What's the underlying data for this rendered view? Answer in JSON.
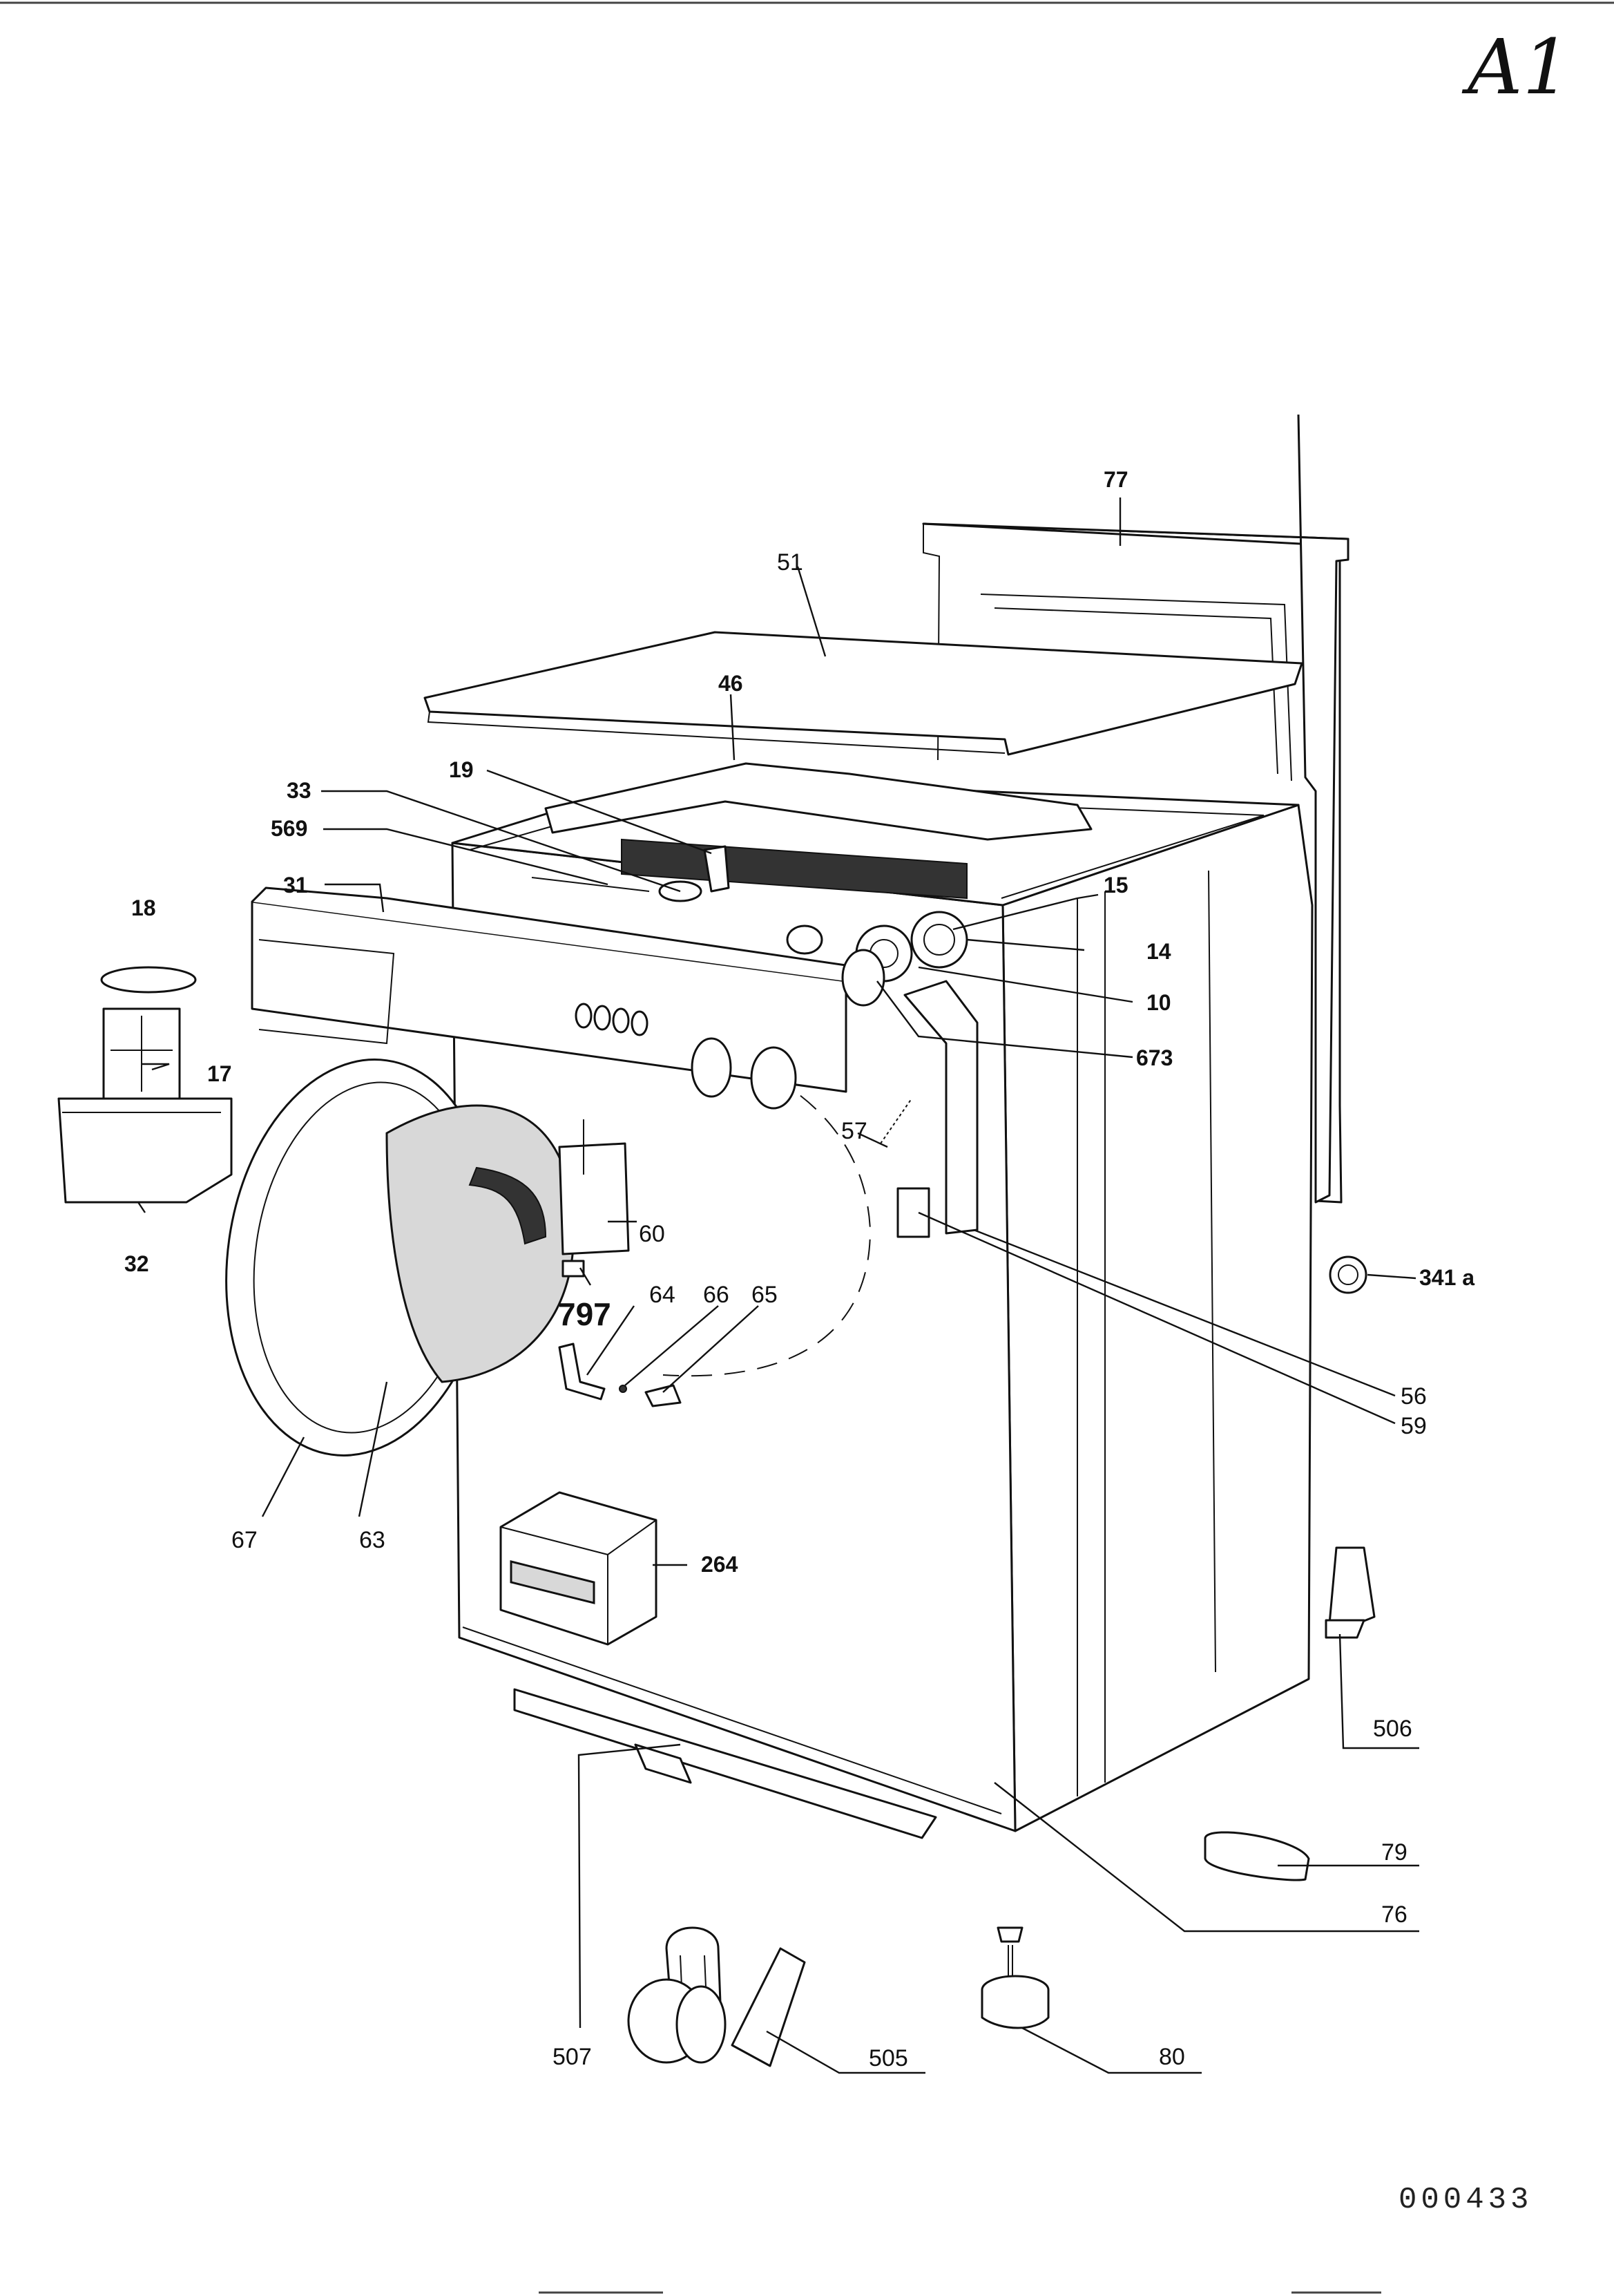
{
  "sheet": {
    "id": "A1",
    "document_number": "000433"
  },
  "callouts": {
    "c77": "77",
    "c51": "51",
    "c46": "46",
    "c19": "19",
    "c33": "33",
    "c569": "569",
    "c31": "31",
    "c18": "18",
    "c17": "17",
    "c32": "32",
    "c15": "15",
    "c14": "14",
    "c10": "10",
    "c673": "673",
    "c57": "57",
    "c60": "60",
    "c797": "797",
    "c64": "64",
    "c66": "66",
    "c65": "65",
    "c341a": "341 a",
    "c56": "56",
    "c59": "59",
    "c67": "67",
    "c63": "63",
    "c264": "264",
    "c506": "506",
    "c79": "79",
    "c76": "76",
    "c507": "507",
    "c505": "505",
    "c80": "80"
  }
}
